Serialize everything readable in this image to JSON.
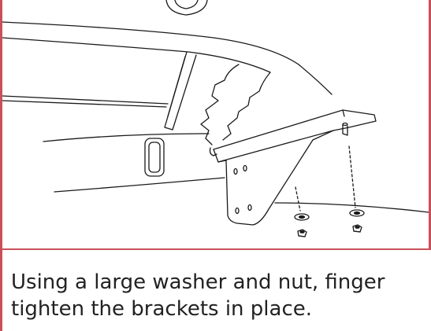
{
  "colors": {
    "border": "#c9505a",
    "line": "#1a1a1a",
    "text": "#222222"
  },
  "illustration": {
    "icon": "bracket-washer-nut-assembly-illustration"
  },
  "caption": {
    "line1": "Using a large washer and nut, finger",
    "line2": "tighten the brackets in place."
  }
}
